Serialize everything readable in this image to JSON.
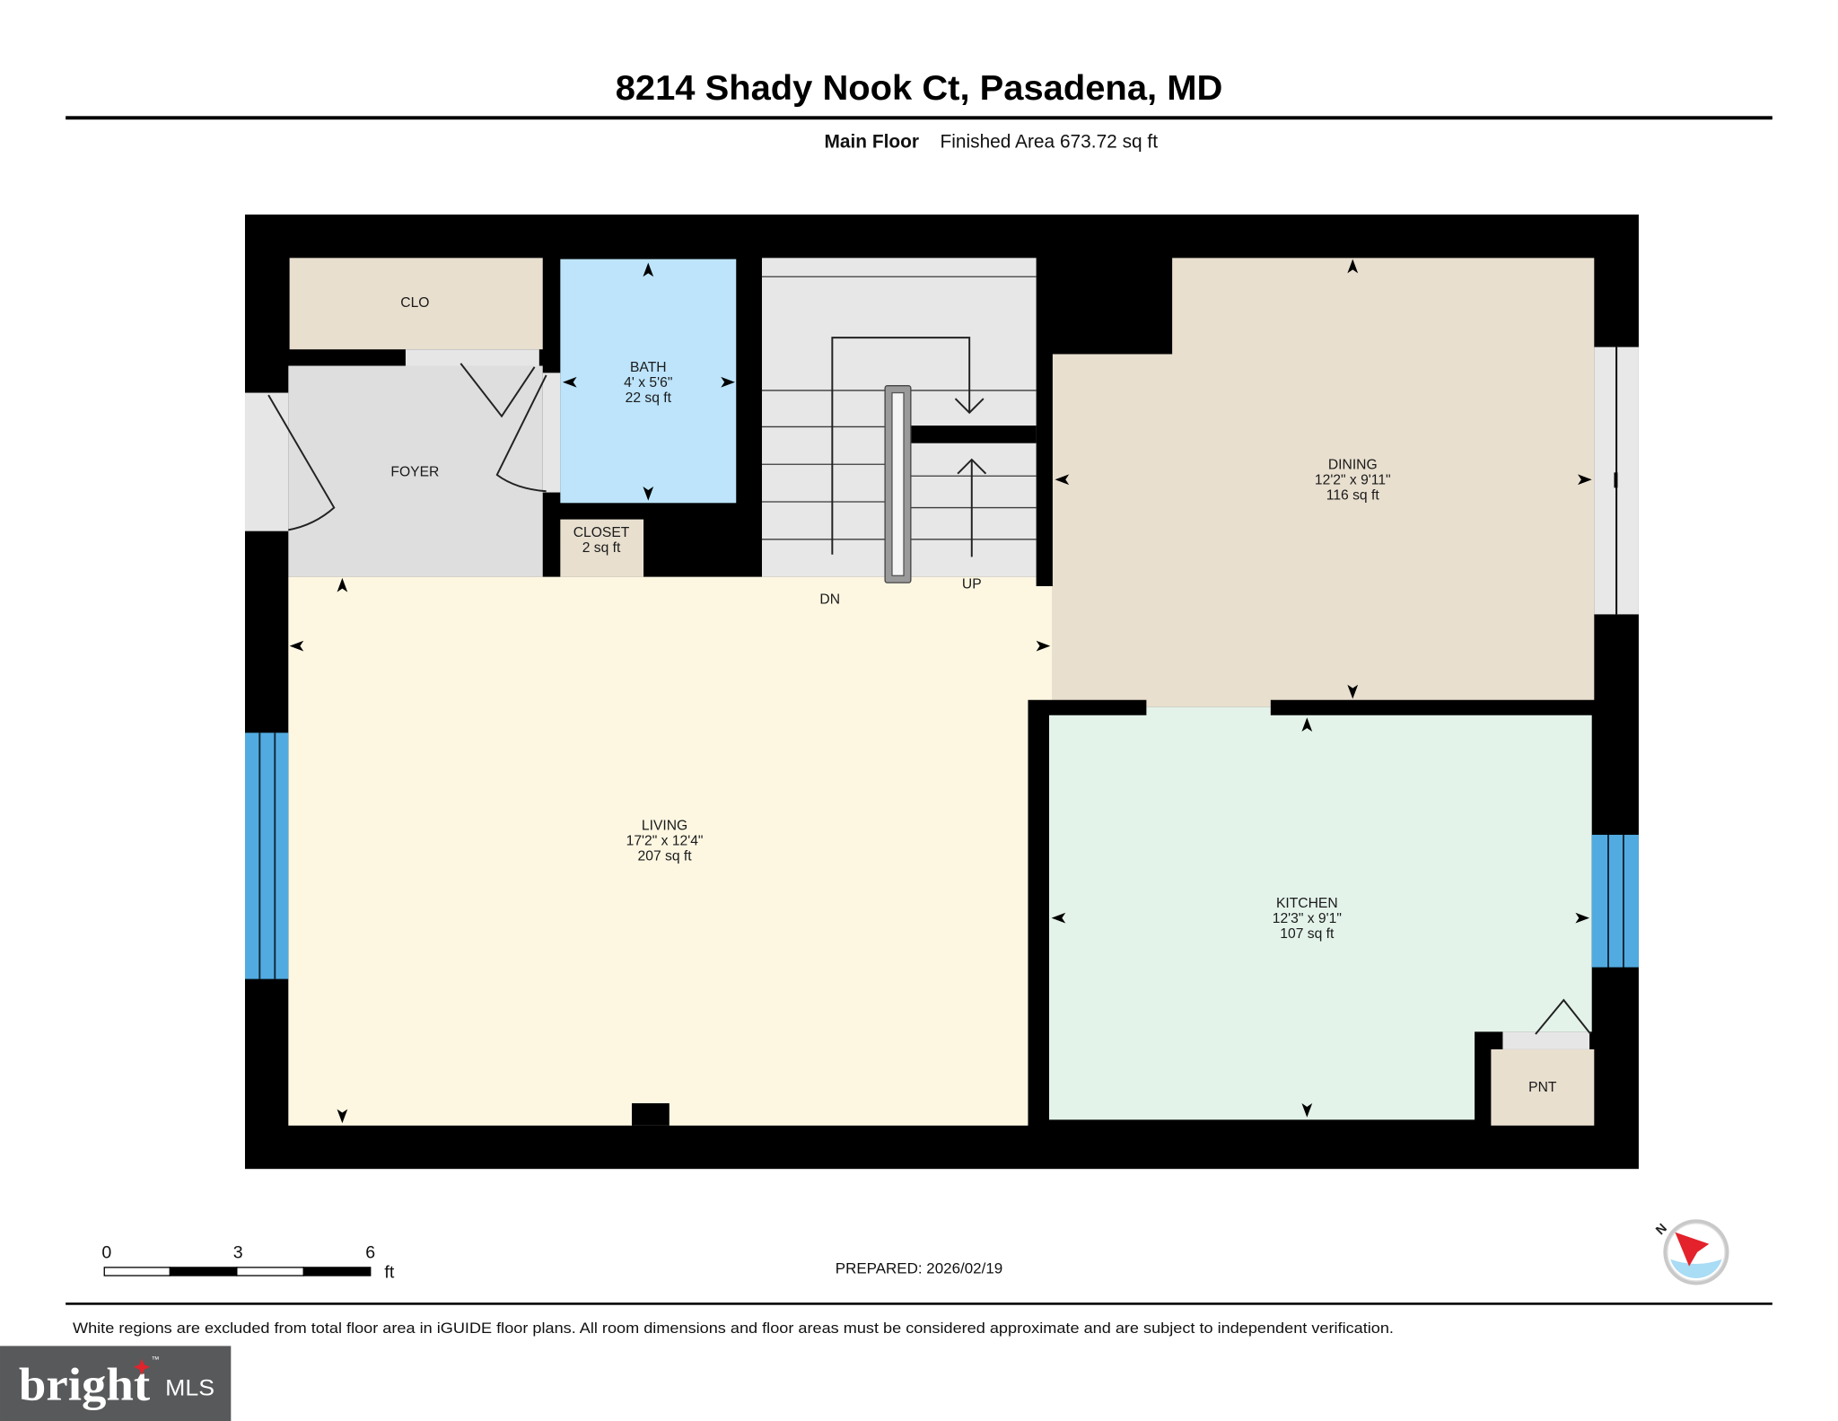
{
  "header": {
    "title": "8214 Shady Nook Ct, Pasadena, MD",
    "floor_name": "Main Floor",
    "finished_area": "Finished Area 673.72 sq ft"
  },
  "rooms": {
    "clo": {
      "name": "CLO"
    },
    "foyer": {
      "name": "FOYER"
    },
    "bath": {
      "name": "BATH",
      "dimensions": "4' x 5'6\"",
      "area": "22 sq ft"
    },
    "closet": {
      "name": "CLOSET",
      "area": "2 sq ft"
    },
    "living": {
      "name": "LIVING",
      "dimensions": "17'2\" x 12'4\"",
      "area": "207 sq ft"
    },
    "dining": {
      "name": "DINING",
      "dimensions": "12'2\" x 9'11\"",
      "area": "116 sq ft"
    },
    "kitchen": {
      "name": "KITCHEN",
      "dimensions": "12'3\" x 9'1\"",
      "area": "107 sq ft"
    },
    "pantry": {
      "name": "PNT"
    }
  },
  "stairs": {
    "down_label": "DN",
    "up_label": "UP"
  },
  "scale_bar": {
    "ticks": [
      "0",
      "3",
      "6"
    ],
    "unit": "ft"
  },
  "prepared": "PREPARED: 2026/02/19",
  "compass": {
    "north_label": "N"
  },
  "disclaimer": "White regions are excluded from total floor area in iGUIDE floor plans. All room dimensions and floor areas must be considered approximate and are subject to independent verification.",
  "logo": {
    "brand": "bright",
    "suffix": "MLS",
    "trademark": "™"
  },
  "colors": {
    "walls": "#000000",
    "living": "#fdf7e2",
    "dining": "#e8dfcf",
    "kitchen": "#e3f3ea",
    "bath": "#bde4fb",
    "foyer": "#dedede",
    "stairs": "#e7e7e7",
    "storage": "#e8dfcf",
    "opening": "#e6e6e6",
    "window": "#52abe0",
    "window_frame": "#e8e8e8",
    "compass_face": "#a9dcf5",
    "compass_needle": "#e3222b",
    "logo_background": "#58595b",
    "logo_spark": "#e0242c"
  }
}
